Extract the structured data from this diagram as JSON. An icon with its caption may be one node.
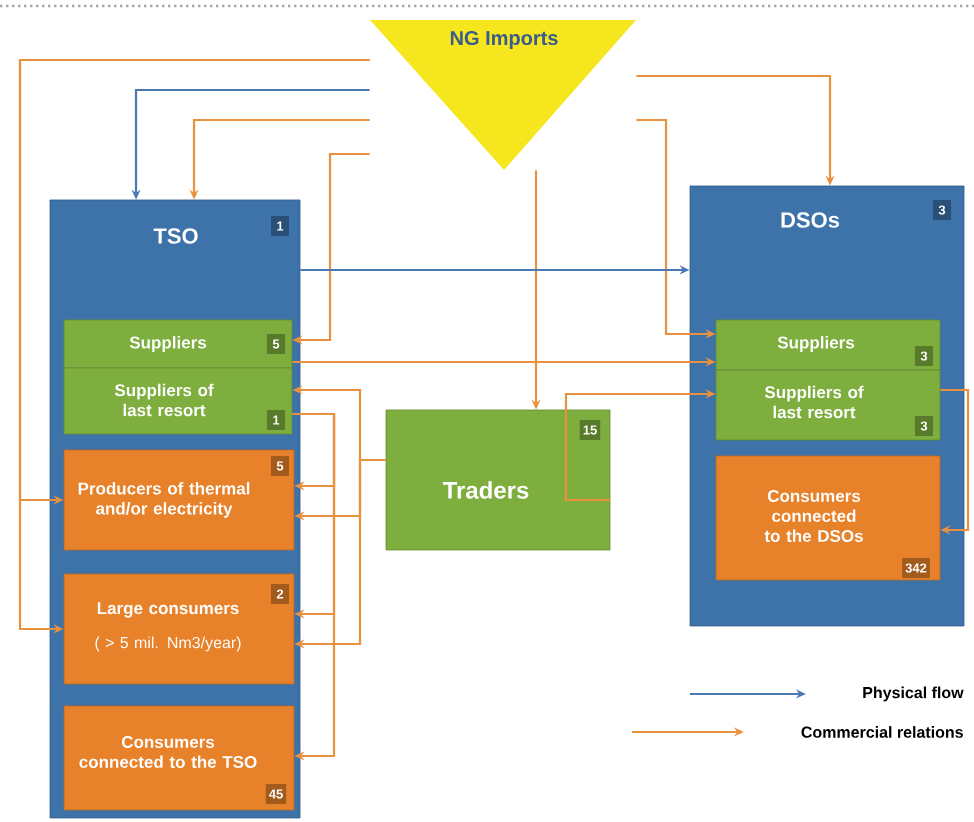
{
  "diagram": {
    "nodes": [
      {
        "text": [
          "NG Imports"
        ]
      },
      {
        "text": [
          "TSO",
          "1"
        ]
      },
      {
        "text": [
          "Suppliers",
          "5"
        ],
        "in": 1
      },
      {
        "text": [
          "Suppliers of last resort",
          "1"
        ],
        "in": 1
      },
      {
        "text": [
          "Producers of thermal and/or electricity",
          "5"
        ],
        "in": 1
      },
      {
        "text": [
          "Large consumers",
          "( > 5 mil. Nm3/year)",
          "2"
        ],
        "in": 1
      },
      {
        "text": [
          "Consumers connected to the TSO",
          "45"
        ],
        "in": 1
      },
      {
        "text": [
          "Traders",
          "15"
        ]
      },
      {
        "text": [
          "DSOs",
          "3"
        ]
      },
      {
        "text": [
          "Suppliers",
          "3"
        ],
        "in": 8
      },
      {
        "text": [
          "Suppliers of last resort",
          "3"
        ],
        "in": 8
      },
      {
        "text": [
          "Consumers connected to the DSOs",
          "342"
        ],
        "in": 8
      }
    ],
    "edges": [
      {
        "from": 0,
        "to": 1,
        "arrow": "to",
        "color": "#4a78b5"
      },
      {
        "from": 0,
        "to": 1,
        "arrow": "to"
      },
      {
        "from": 0,
        "to": 4,
        "arrow": "to"
      },
      {
        "from": 0,
        "to": 5,
        "arrow": "to"
      },
      {
        "from": 0,
        "to": 2,
        "arrow": "to"
      },
      {
        "from": 0,
        "to": 7,
        "arrow": "to"
      },
      {
        "from": 0,
        "to": 9,
        "arrow": "to"
      },
      {
        "from": 0,
        "to": 8,
        "arrow": "to"
      },
      {
        "from": 1,
        "to": 8,
        "arrow": "to",
        "color": "#4a78b5"
      },
      {
        "from": 2,
        "to": 9,
        "arrow": "to"
      },
      {
        "from": 7,
        "to": 3,
        "arrow": "to"
      },
      {
        "from": 7,
        "to": 4,
        "arrow": "to"
      },
      {
        "from": 7,
        "to": 5,
        "arrow": "to"
      },
      {
        "from": 3,
        "to": 4,
        "arrow": "to"
      },
      {
        "from": 3,
        "to": 5,
        "arrow": "to"
      },
      {
        "from": 3,
        "to": 6,
        "arrow": "to"
      },
      {
        "from": 7,
        "to": 10,
        "arrow": "to"
      },
      {
        "from": 10,
        "to": 11,
        "arrow": "to"
      }
    ],
    "legend": [
      {
        "text": "Physical flow"
      },
      {
        "text": "Commercial relations"
      }
    ]
  }
}
